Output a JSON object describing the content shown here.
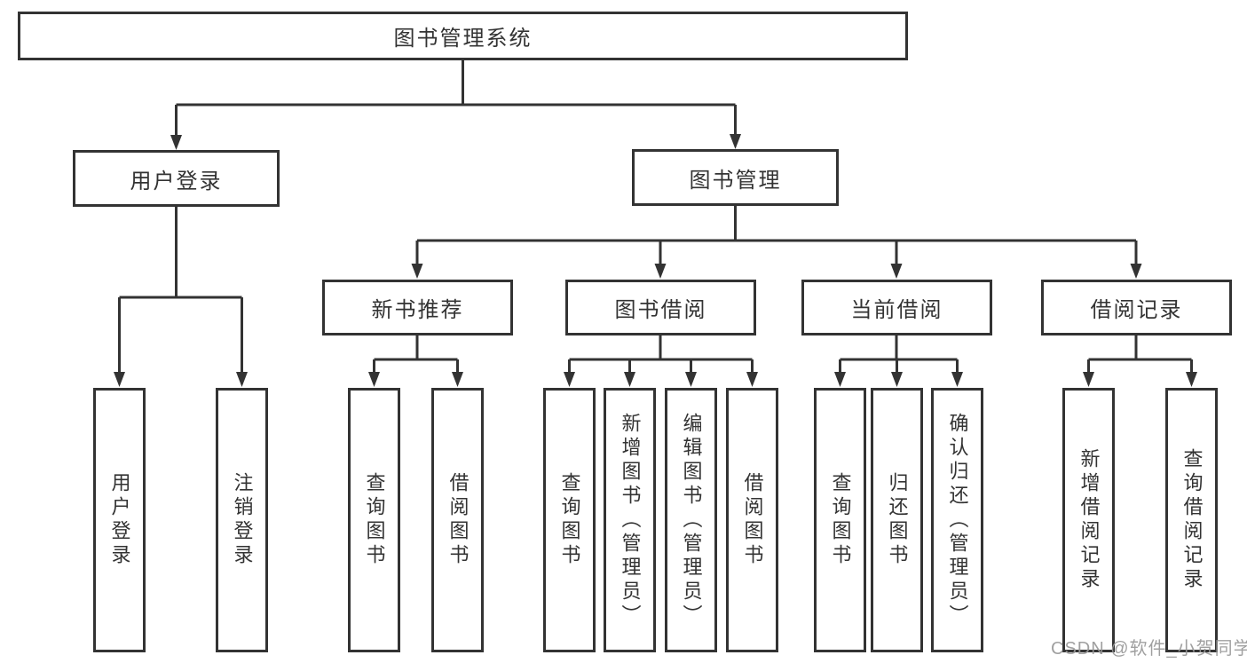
{
  "colors": {
    "line": "#333333",
    "box_background": "#ffffff",
    "text": "#333333",
    "watermark_text": "#989898"
  },
  "watermark": {
    "text": "CSDN @软件_小贺同学"
  },
  "tree": {
    "label": "图书管理系统",
    "children": [
      {
        "label": "用户登录",
        "children": [
          {
            "label": "用户登录"
          },
          {
            "label": "注销登录"
          }
        ]
      },
      {
        "label": "图书管理",
        "children": [
          {
            "label": "新书推荐",
            "children": [
              {
                "label": "查询图书"
              },
              {
                "label": "借阅图书"
              }
            ]
          },
          {
            "label": "图书借阅",
            "children": [
              {
                "label": "查询图书"
              },
              {
                "label": "新增图书（管理员）"
              },
              {
                "label": "编辑图书（管理员）"
              },
              {
                "label": "借阅图书"
              }
            ]
          },
          {
            "label": "当前借阅",
            "children": [
              {
                "label": "查询图书"
              },
              {
                "label": "归还图书"
              },
              {
                "label": "确认归还（管理员）"
              }
            ]
          },
          {
            "label": "借阅记录",
            "children": [
              {
                "label": "新增借阅记录"
              },
              {
                "label": "查询借阅记录"
              }
            ]
          }
        ]
      }
    ]
  }
}
